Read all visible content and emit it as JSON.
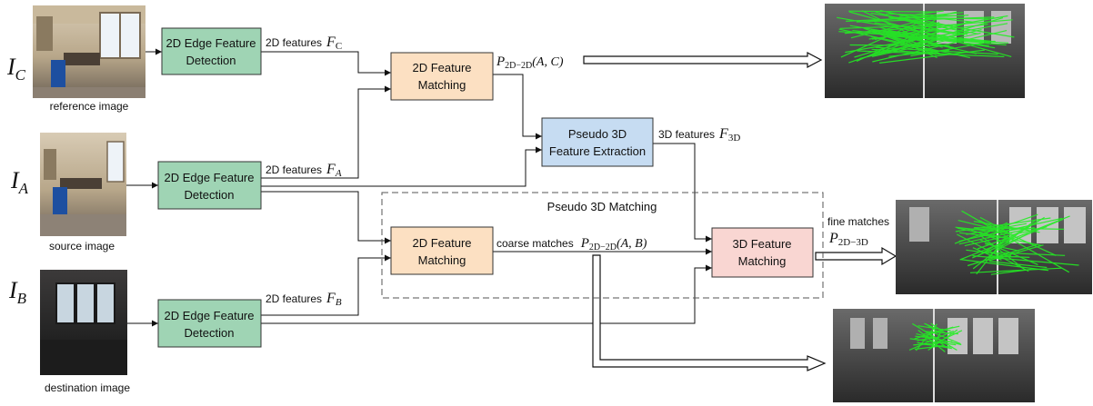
{
  "inputs": {
    "reference": {
      "symbol": "I",
      "sub": "C",
      "caption": "reference image"
    },
    "source": {
      "symbol": "I",
      "sub": "A",
      "caption": "source image"
    },
    "destination": {
      "symbol": "I",
      "sub": "B",
      "caption": "destination image"
    }
  },
  "edge_detect": {
    "line1": "2D Edge Feature",
    "line2": "Detection"
  },
  "feat_match": {
    "line1": "2D Feature",
    "line2": "Matching"
  },
  "pseudo3d": {
    "line1": "Pseudo 3D",
    "line2": "Feature Extraction"
  },
  "match3d": {
    "line1": "3D Feature",
    "line2": "Matching"
  },
  "pseudo_group_label": "Pseudo 3D Matching",
  "labels": {
    "feat_c": {
      "text": "2D features",
      "sym": "F",
      "sub": "C"
    },
    "feat_a": {
      "text": "2D features",
      "sym": "F",
      "sub": "A"
    },
    "feat_b": {
      "text": "2D features",
      "sym": "F",
      "sub": "B"
    },
    "feat_3d": {
      "text": "3D features",
      "sym": "F",
      "sub": "3D"
    },
    "p_ac": {
      "sym": "P",
      "sub": "2D−2D",
      "args": "(A, C)"
    },
    "coarse": {
      "text": "coarse matches",
      "sym": "P",
      "sub": "2D−2D",
      "args": "(A, B)"
    },
    "fine": {
      "text": "fine matches",
      "sym": "P",
      "sub": "2D−3D"
    }
  },
  "colors": {
    "green_box": "#9fd4b4",
    "orange_box": "#fce0c2",
    "blue_box": "#c6dcf2",
    "pink_box": "#f9d6d2",
    "match_lines": "#22ee22"
  }
}
